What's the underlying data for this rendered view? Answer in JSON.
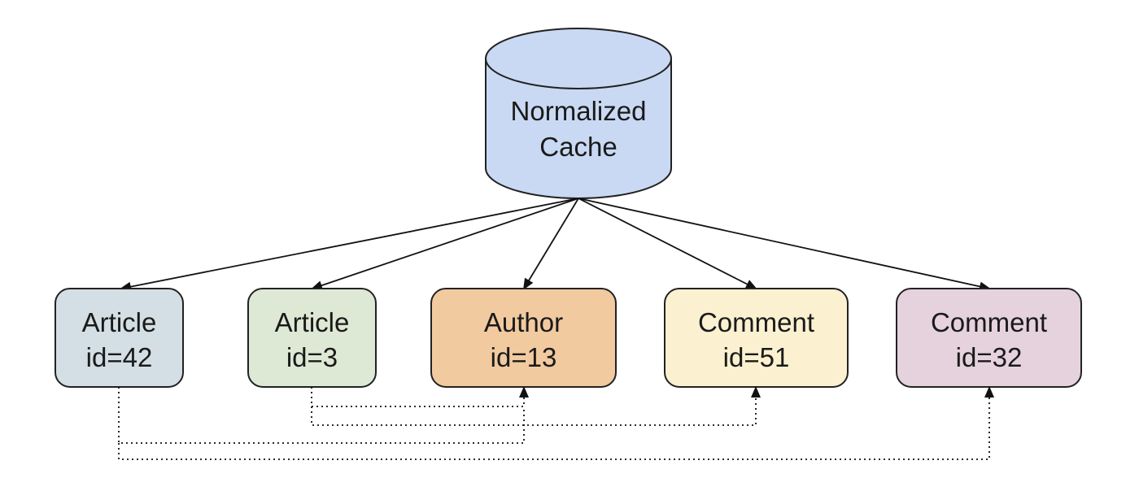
{
  "cache": {
    "line1": "Normalized",
    "line2": "Cache",
    "fill": "#c9d9f3"
  },
  "nodes": [
    {
      "id": "article-42",
      "line1": "Article",
      "line2": "id=42",
      "fill": "#d3dfe4"
    },
    {
      "id": "article-3",
      "line1": "Article",
      "line2": "id=3",
      "fill": "#dde9d5"
    },
    {
      "id": "author-13",
      "line1": "Author",
      "line2": "id=13",
      "fill": "#f2caa0"
    },
    {
      "id": "comment-51",
      "line1": "Comment",
      "line2": "id=51",
      "fill": "#fbf1d0"
    },
    {
      "id": "comment-32",
      "line1": "Comment",
      "line2": "id=32",
      "fill": "#e5d2dc"
    }
  ],
  "edges": {
    "cache_to_nodes": [
      "article-42",
      "article-3",
      "author-13",
      "comment-51",
      "comment-32"
    ],
    "references": [
      {
        "from": "article-3",
        "to": "author-13",
        "style": "dotted"
      },
      {
        "from": "article-3",
        "to": "comment-51",
        "style": "dotted"
      },
      {
        "from": "article-42",
        "to": "author-13",
        "style": "dotted"
      },
      {
        "from": "article-42",
        "to": "comment-32",
        "style": "dotted"
      }
    ]
  },
  "colors": {
    "stroke": "#222222",
    "edge": "#111111"
  }
}
